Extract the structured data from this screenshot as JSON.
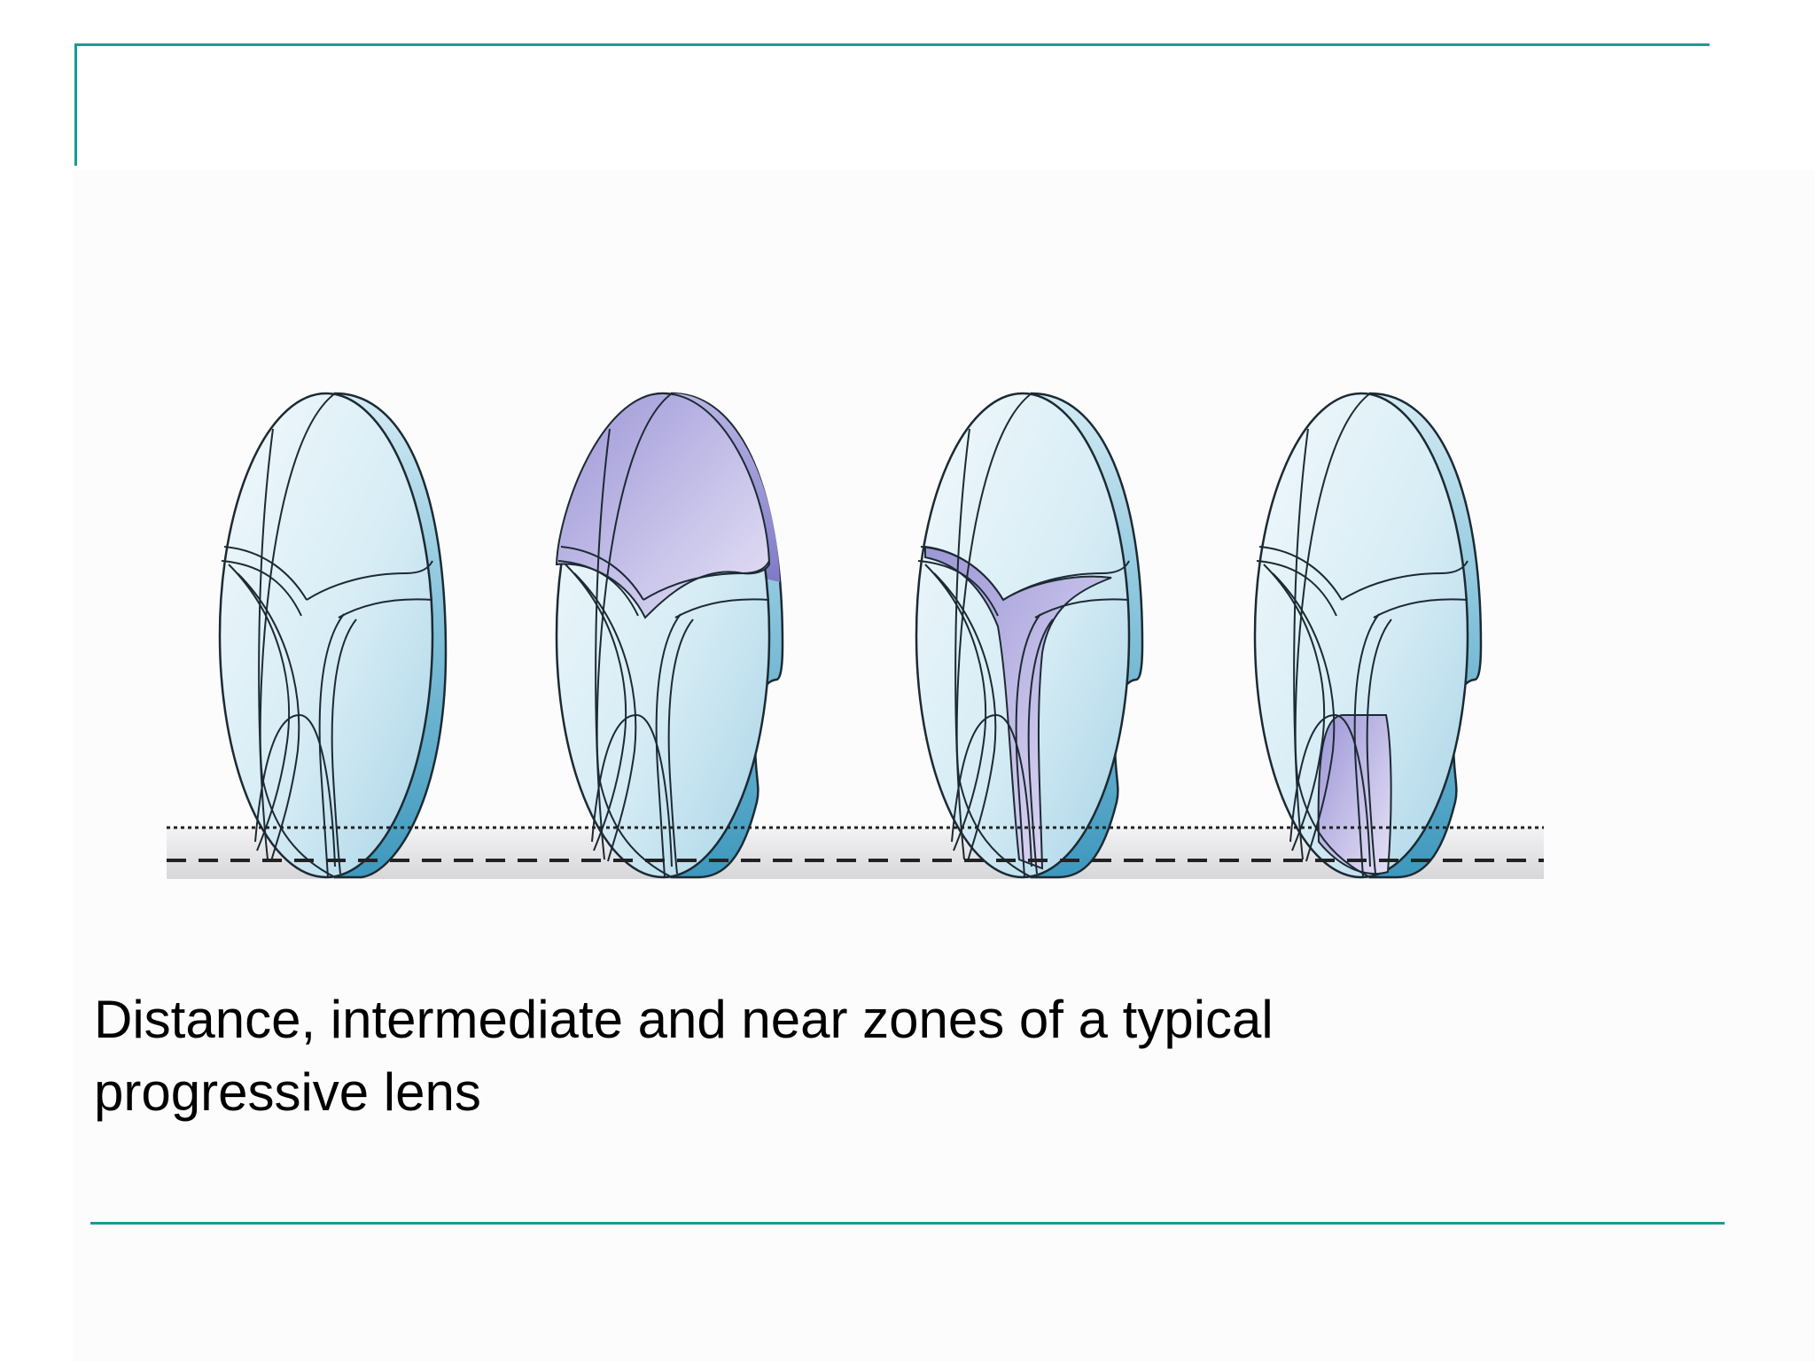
{
  "caption": "Distance, intermediate and near zones of a typical progressive lens",
  "lenses": [
    {
      "highlighted_zone": "none"
    },
    {
      "highlighted_zone": "distance"
    },
    {
      "highlighted_zone": "intermediate"
    },
    {
      "highlighted_zone": "near"
    }
  ],
  "colors": {
    "accent": "#1a9a96",
    "lens_face": "#dff0f7",
    "lens_edge": "#4aa6c8",
    "highlight": "#a7a0d8",
    "outline": "#1c2a33"
  }
}
